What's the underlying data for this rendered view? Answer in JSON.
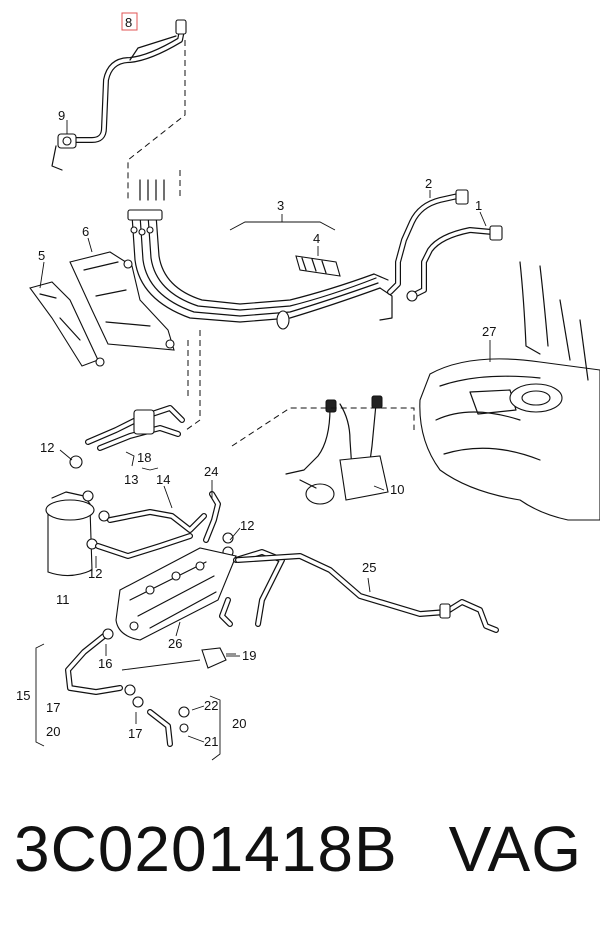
{
  "diagram": {
    "callouts": [
      {
        "id": "8",
        "label": "8",
        "highlighted": true
      },
      {
        "id": "9",
        "label": "9"
      },
      {
        "id": "2",
        "label": "2"
      },
      {
        "id": "1",
        "label": "1"
      },
      {
        "id": "3",
        "label": "3"
      },
      {
        "id": "4",
        "label": "4"
      },
      {
        "id": "6",
        "label": "6"
      },
      {
        "id": "5",
        "label": "5"
      },
      {
        "id": "27",
        "label": "27"
      },
      {
        "id": "12a",
        "label": "12"
      },
      {
        "id": "18",
        "label": "18"
      },
      {
        "id": "13",
        "label": "13"
      },
      {
        "id": "14",
        "label": "14"
      },
      {
        "id": "24",
        "label": "24"
      },
      {
        "id": "10",
        "label": "10"
      },
      {
        "id": "12b",
        "label": "12"
      },
      {
        "id": "12c",
        "label": "12"
      },
      {
        "id": "11",
        "label": "11"
      },
      {
        "id": "25",
        "label": "25"
      },
      {
        "id": "26",
        "label": "26"
      },
      {
        "id": "16",
        "label": "16"
      },
      {
        "id": "19",
        "label": "19"
      },
      {
        "id": "15",
        "label": "15"
      },
      {
        "id": "17a",
        "label": "17"
      },
      {
        "id": "20a",
        "label": "20"
      },
      {
        "id": "22",
        "label": "22"
      },
      {
        "id": "20b",
        "label": "20"
      },
      {
        "id": "17b",
        "label": "17"
      },
      {
        "id": "21",
        "label": "21"
      }
    ],
    "highlight_color": "#e05555"
  },
  "footer": {
    "part_number": "3C0201418B",
    "brand": "VAG"
  }
}
